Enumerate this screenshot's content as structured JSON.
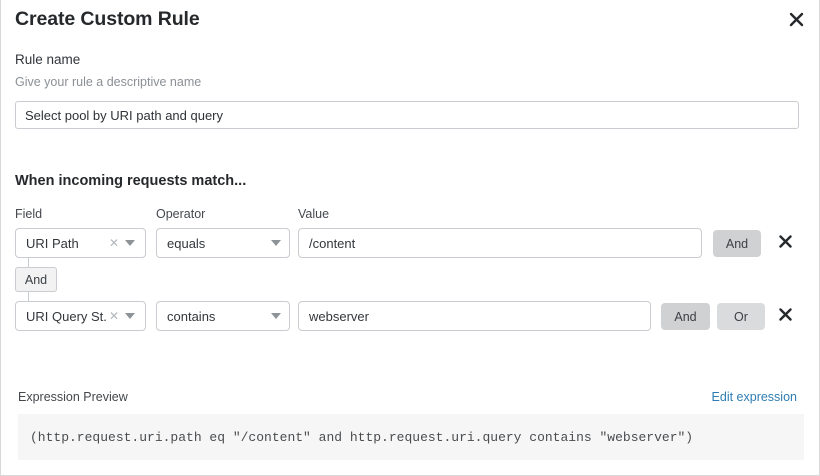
{
  "dialog": {
    "title": "Create Custom Rule",
    "close_icon": "close-icon"
  },
  "rule_name": {
    "label": "Rule name",
    "help": "Give your rule a descriptive name",
    "value": "Select pool by URI path and query",
    "placeholder": ""
  },
  "conditions": {
    "heading": "When incoming requests match...",
    "columns": {
      "field": "Field",
      "operator": "Operator",
      "value": "Value"
    },
    "connector": "And",
    "rows": [
      {
        "field": "URI Path",
        "operator": "equals",
        "value": "/content",
        "clear_icon": "clear-icon",
        "caret_icon": "chevron-down-icon",
        "logic_buttons": [
          "And"
        ],
        "delete_icon": "delete-icon"
      },
      {
        "field": "URI Query St...",
        "operator": "contains",
        "value": "webserver",
        "clear_icon": "clear-icon",
        "caret_icon": "chevron-down-icon",
        "logic_buttons": [
          "And",
          "Or"
        ],
        "delete_icon": "delete-icon"
      }
    ]
  },
  "expression": {
    "label": "Expression Preview",
    "edit_link": "Edit expression",
    "code": "(http.request.uri.path eq \"/content\" and http.request.uri.query contains \"webserver\")"
  },
  "colors": {
    "link": "#2f7db3",
    "border": "#c9ccd0",
    "logic_and": "#cfd1d3",
    "logic_or": "#d9dbdd",
    "code_bg": "#f6f6f6",
    "text": "#30353a",
    "muted": "#8b9096"
  }
}
